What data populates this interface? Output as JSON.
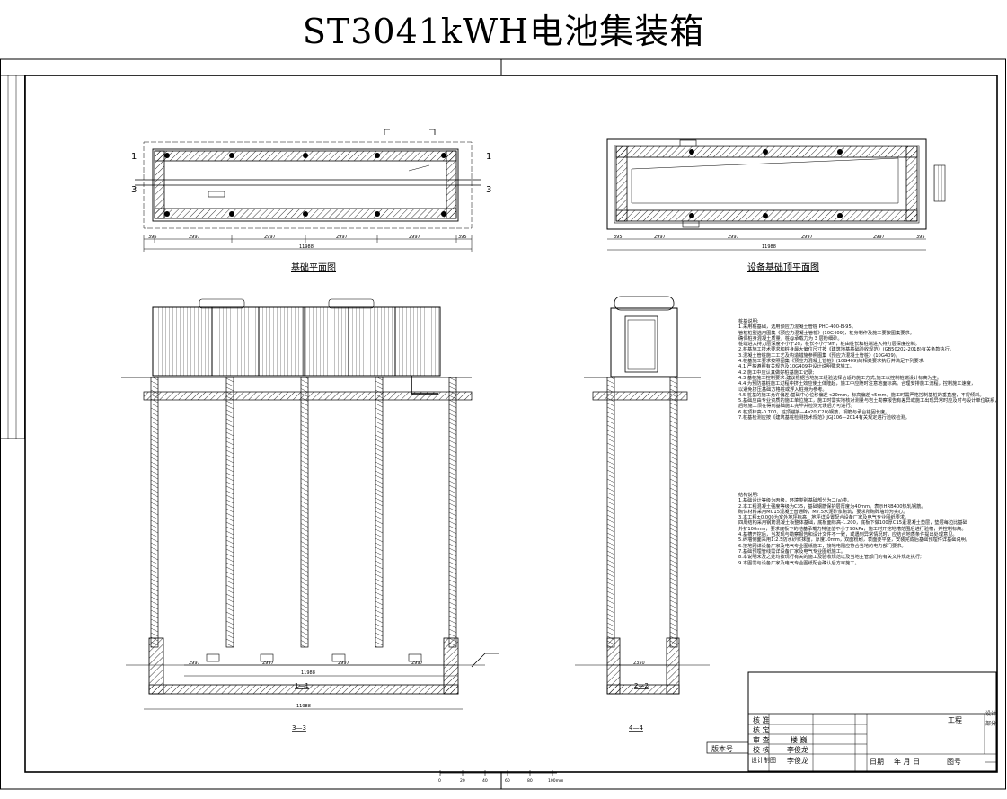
{
  "title": "ST3041kWH电池集装箱",
  "views": {
    "foundation_plan": "基础平面图",
    "equipment_top_plan": "设备基础顶平面图",
    "section_1": "1—1",
    "section_2": "2—2",
    "section_3": "3—3",
    "section_4": "4—4"
  },
  "markers": {
    "one": "1",
    "three": "3"
  },
  "dimensions": {
    "span": "2997",
    "edge": "395",
    "total": "11988",
    "width": "2350"
  },
  "pile_notes": {
    "heading": "桩基说明:",
    "lines": [
      "1.采用桩基础，选用预应力混凝土管桩 PHC-400-B-95。",
      "  管桩桩型选用图集《预应力混凝土管桩》(10G409)，桩身制作及施工要按图集要求。",
      "  确保桩身混凝土质量，桩@承载力为 3 层粉细砂。",
      "  桩端进入持力层深度不小于2d，桩长不小于9m，桩由桩长和桩端进入持力层深度控制。",
      "2.桩基施工技术要求和桩身最大偏位尺寸按《建筑地基基础验收规范》(GB50202-2018)有关条款执行。",
      "3.混凝土管桩施工工艺及构造措施参照图集《预应力混凝土管桩》(10G409)。",
      "4.桩基施工要求按照图集《预应力混凝土管桩》(10G409)的相关要求执行并满足下列要求:",
      "  4.1 严格遵照有关规范及10G409中设计说明要求施工。",
      "  4.2 施工中应认真做好桩基施工记录;",
      "  4.3 基桩施工控制要求:建议根据当地施工经验选择合适的施工方式;施工以控制桩端设计标高为主。",
      "  4.4 为预防基桩施工过程中挤土效应使土体隆起，施工中应随时注意地面标高。合理安排施工流程，控制施工速度，",
      "      以避免挤压基础方格桩或浮入桩身为参考。",
      "  4.5 桩基的施工允许偏差:基础中心位移偏差<20mm，标高偏差<5mm，施工时需严格控制基桩的垂直度，不得倾斜。",
      "5.基础应由专业资质的施工单位施工，施工时需实地核对测量与岩土勘察报告有差异或施工出现异常时应及时与设计单位联系，",
      "  后续施工须在得到基础施工完毕并检测无误后方可进行。",
      "6.桩顶标高-0.700，桩顶锚接—4ø20(C20)钢筋，钢筋与承台锚固长度。",
      "7.桩基检测应按《建筑基桩检测技术规范》JGJ106—2014有关规定进行验收检测。"
    ]
  },
  "struct_notes": {
    "heading": "结构说明:",
    "lines": [
      "1.基础设计等级为丙级，环境类别基础部分为二(a)类。",
      "2.本工程混凝土强度等级为C35，基础钢筋保护层厚度为40mm。表示HRB400热轧钢筋。",
      "  砌体材料采用MU15混凝土普通砖，M7.5水泥砂浆砌筑，要求所砌砖墙均为实心。",
      "3.本工程±0.000为室外地坪标高，地坪详设置配合设备厂家及电气专业图纸要求。",
      "  四周结构采用钢筋混凝土板整体基础，底板面标高-1.200，底板下做100厚C15素混凝土垫层，垫层每边比基础",
      "  外扩100mm，要求底板下的地基承载力特征值不小于90kPa，施工时开挖地槽范围后进行验槽，并控制标高。",
      "4.基槽开挖后，当发现与勘察报告和设计文件不一致，或遇到异常情况时，应结合地质条件提出处理意见。",
      "5.砖墙侧面采用1:2.5防水砂浆抹面，厚度10mm，双面粉刷，表面要平整，安装完成后基础预埋件详基础说明。",
      "6.接地网详设备厂家及电气专业图纸施工，接地电阻应符合当地的电力部门要求。",
      "7.基础预埋管线需详设备厂家及电气专业图纸施工。",
      "8.本说明未及之处均按现行有关的施工及验收规范以及当地主管部门的有关文件规定执行;",
      "9.本图需与设备厂家及电气专业图纸配合确认后方可施工。"
    ]
  },
  "title_block": {
    "rows": [
      "核 准",
      "核 定",
      "审 查",
      "校 核",
      "设计制图"
    ],
    "names": [
      "",
      "",
      "楼 巍",
      "李俊龙",
      "李俊龙"
    ],
    "version_label": "版本号",
    "project_label": "工程",
    "design_label": "设计",
    "section_label": "部分",
    "date_label": "日期",
    "date_fields": "年  月  日",
    "drawing_no_label": "图号"
  },
  "scale_bar": {
    "ticks": [
      "0",
      "20",
      "40",
      "60",
      "80",
      "100mm"
    ]
  }
}
